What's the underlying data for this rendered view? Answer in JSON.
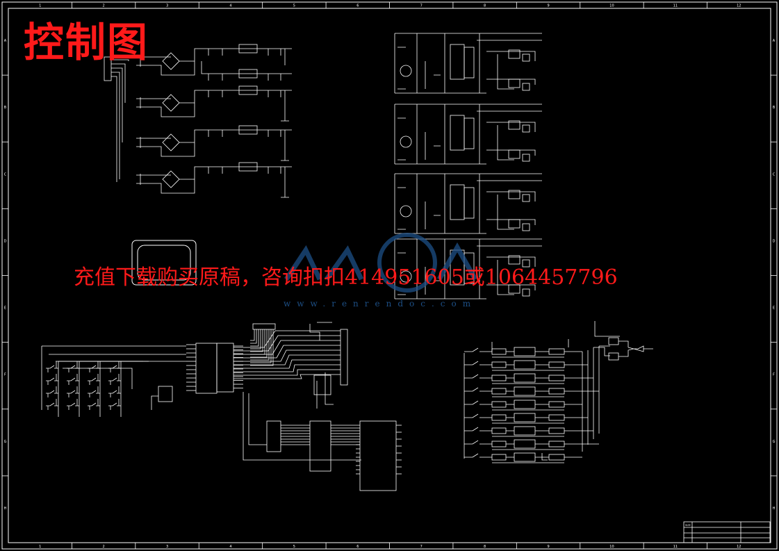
{
  "title": "控制图",
  "promo_text": "充值下载购买原稿，咨询扣扣414951605或1064457796",
  "watermark_url": "www.renrendoc.com",
  "colors": {
    "background": "#000000",
    "lines": "#ffffff",
    "title_red": "#ff1a1a",
    "watermark_blue": "#1d4f86"
  },
  "border_ticks": {
    "top": [
      "1",
      "2",
      "3",
      "4",
      "5",
      "6",
      "7",
      "8",
      "9",
      "10",
      "11",
      "12"
    ],
    "side": [
      "A",
      "B",
      "C",
      "D",
      "E",
      "F",
      "G",
      "H"
    ]
  },
  "title_block": {
    "label": "SIZE"
  }
}
